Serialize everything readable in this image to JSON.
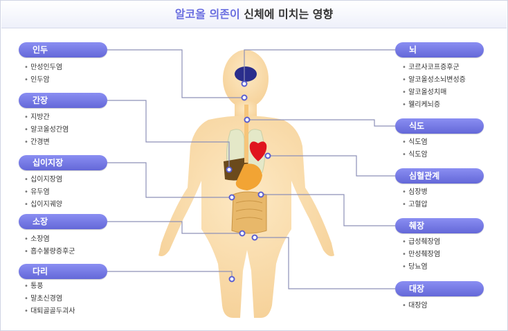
{
  "title": {
    "highlight": "알코올 의존이",
    "rest": "신체에 미치는 영향"
  },
  "left_groups": [
    {
      "label": "인두",
      "items": [
        "만성인두염",
        "인두암"
      ]
    },
    {
      "label": "간장",
      "items": [
        "지방간",
        "알코올성간염",
        "간경변"
      ]
    },
    {
      "label": "십이지장",
      "items": [
        "십이지장염",
        "유두염",
        "십이지궤양"
      ]
    },
    {
      "label": "소장",
      "items": [
        "소장염",
        "흡수불량증후군"
      ]
    },
    {
      "label": "다리",
      "items": [
        "통풍",
        "말초신경염",
        "대퇴골골두괴사"
      ]
    }
  ],
  "right_groups": [
    {
      "label": "뇌",
      "items": [
        "코르사코프증후군",
        "알코올성소뇌변성증",
        "알코올성치매",
        "웰리케뇌증"
      ]
    },
    {
      "label": "식도",
      "items": [
        "식도염",
        "식도암"
      ]
    },
    {
      "label": "심혈관계",
      "items": [
        "심장병",
        "고혈압"
      ]
    },
    {
      "label": "췌장",
      "items": [
        "급성췌장염",
        "만성췌장염",
        "당뇨염"
      ]
    },
    {
      "label": "대장",
      "items": [
        "대장암"
      ]
    }
  ],
  "colors": {
    "pill": "#6f73e0",
    "line": "#8d90b8",
    "body": "#fbdfae",
    "brain": "#2a2e8c",
    "heart": "#e0141e"
  }
}
